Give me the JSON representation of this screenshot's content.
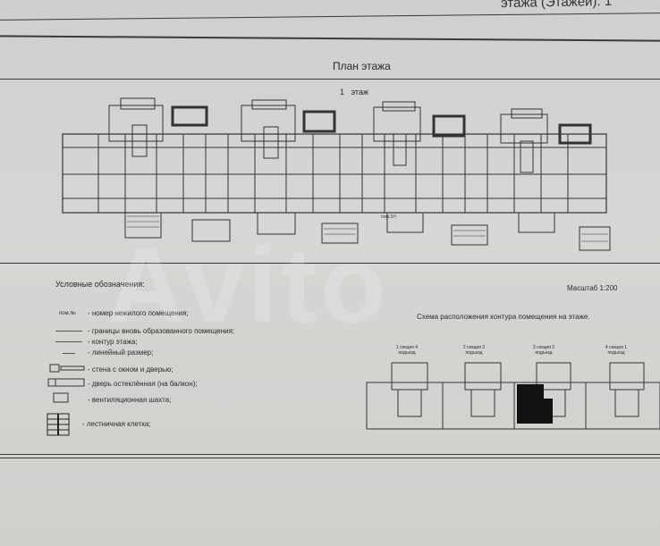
{
  "header": {
    "partial_text": "этажа (Этажей): 1"
  },
  "plan": {
    "title": "План этажа",
    "floor_number": "1",
    "floor_word": "этаж",
    "room_label": "пом.1Н"
  },
  "legend": {
    "title": "Условные обозначения:",
    "items": [
      {
        "symbol": "пом.№",
        "text": "- номер нежилого помещения;"
      },
      {
        "symbol": "",
        "text": "- границы вновь образованного помещения;"
      },
      {
        "symbol": "",
        "text": "- контур этажа;"
      },
      {
        "symbol": "",
        "text": "- линейный размер;"
      },
      {
        "symbol": "",
        "text": "- стена с окном и дверью;"
      },
      {
        "symbol": "",
        "text": "- дверь остеклённая (на балкон);"
      },
      {
        "symbol": "",
        "text": "- вентиляционная шахта;"
      },
      {
        "symbol": "",
        "text": "- лестничная клетка;"
      }
    ]
  },
  "scale": "Масштаб 1:200",
  "scheme": {
    "title": "Схема расположения контура помещения на этаже.",
    "sections": [
      {
        "label": "1 секция 4 подъезд"
      },
      {
        "label": "2 секция 3 подъезд"
      },
      {
        "label": "3 секция 2 подъезд"
      },
      {
        "label": "4 секция 1 подъезд"
      }
    ],
    "highlight_color": "#111111"
  },
  "watermark": "Avito"
}
